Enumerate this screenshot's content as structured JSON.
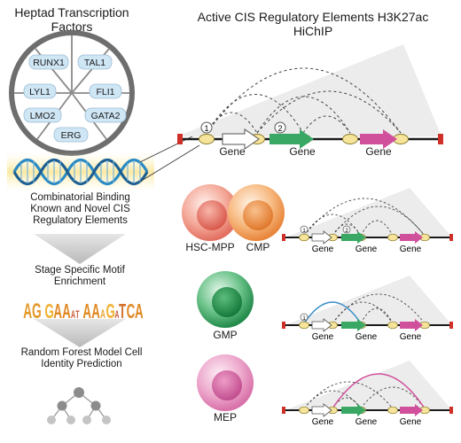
{
  "left_panel": {
    "title": "Heptad Transcription Factors",
    "factors": [
      "RUNX1",
      "TAL1",
      "LYL1",
      "FLI1",
      "LMO2",
      "GATA2",
      "ERG"
    ],
    "binding_text": "Combinatorial Binding Known and Novel CIS Regulatory Elements",
    "motif_text": "Stage Specific Motif Enrichment",
    "motif_sequence": "AGGAAATAAAGATCA",
    "model_text": "Random Forest Model Cell Identity Prediction"
  },
  "right_panel": {
    "title": "Active CIS Regulatory Elements H3K27ac HiChIP",
    "gene_label": "Gene",
    "enhancer_numbers": [
      "1",
      "2"
    ]
  },
  "cell_types": [
    "HSC-MPP",
    "CMP",
    "GMP",
    "MEP"
  ],
  "colors": {
    "gene_white": "#ffffff",
    "gene_green": "#3aa865",
    "gene_magenta": "#d0509c",
    "element_yellow": "#f5e49a",
    "factor_box": "#cfe6f5",
    "loop_blue": "#3a8fc9",
    "loop_magenta": "#d0509c",
    "hsc_cell": "#f09080",
    "cmp_cell": "#f5a055",
    "gmp_cell": "#3aa865",
    "mep_cell": "#e27fb5"
  }
}
